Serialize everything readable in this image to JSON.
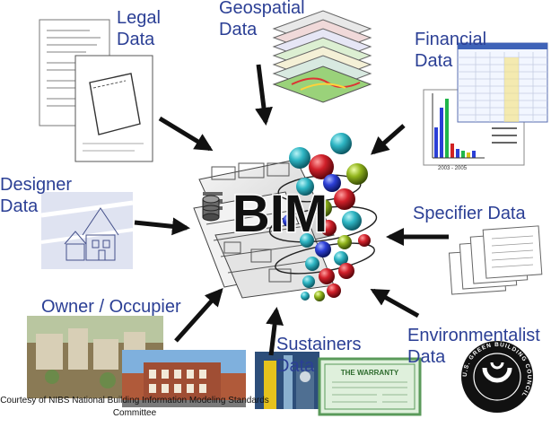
{
  "center": {
    "label": "BIM"
  },
  "sources": {
    "legal": {
      "line1": "Legal",
      "line2": "Data"
    },
    "geospatial": {
      "line1": "Geospatial",
      "line2": "Data"
    },
    "financial": {
      "line1": "Financial",
      "line2": "Data",
      "chart_caption": "2003 - 2005"
    },
    "designer": {
      "line1": "Designer",
      "line2": "Data"
    },
    "specifier": {
      "line1": "Specifier Data"
    },
    "owner": {
      "line1": "Owner / Occupier"
    },
    "sustainers": {
      "line1": "Sustainers",
      "line2": "Data"
    },
    "environmentalist": {
      "line1": "Environmentalist",
      "line2": "Data"
    }
  },
  "warranty": {
    "title": "THE WARRANTY"
  },
  "usgbc_seal": {
    "text": "U.S. GREEN BUILDING COUNCIL"
  },
  "credit": "Courtesy of NIBS National Building Information Modeling Standards Committee",
  "colors": {
    "label_blue": "#2b3f95",
    "arrow": "#111111",
    "warranty_green": "#5a9a5a"
  },
  "icons": {
    "legal": "legal-document-icon",
    "geospatial": "map-layers-icon",
    "financial": "spreadsheet-chart-icon",
    "designer": "house-sketch-icon",
    "specifier": "spec-sheets-icon",
    "owner": "building-photo-icon",
    "sustainers": "mechanical-room-icon",
    "environmentalist": "usgbc-seal-icon"
  }
}
